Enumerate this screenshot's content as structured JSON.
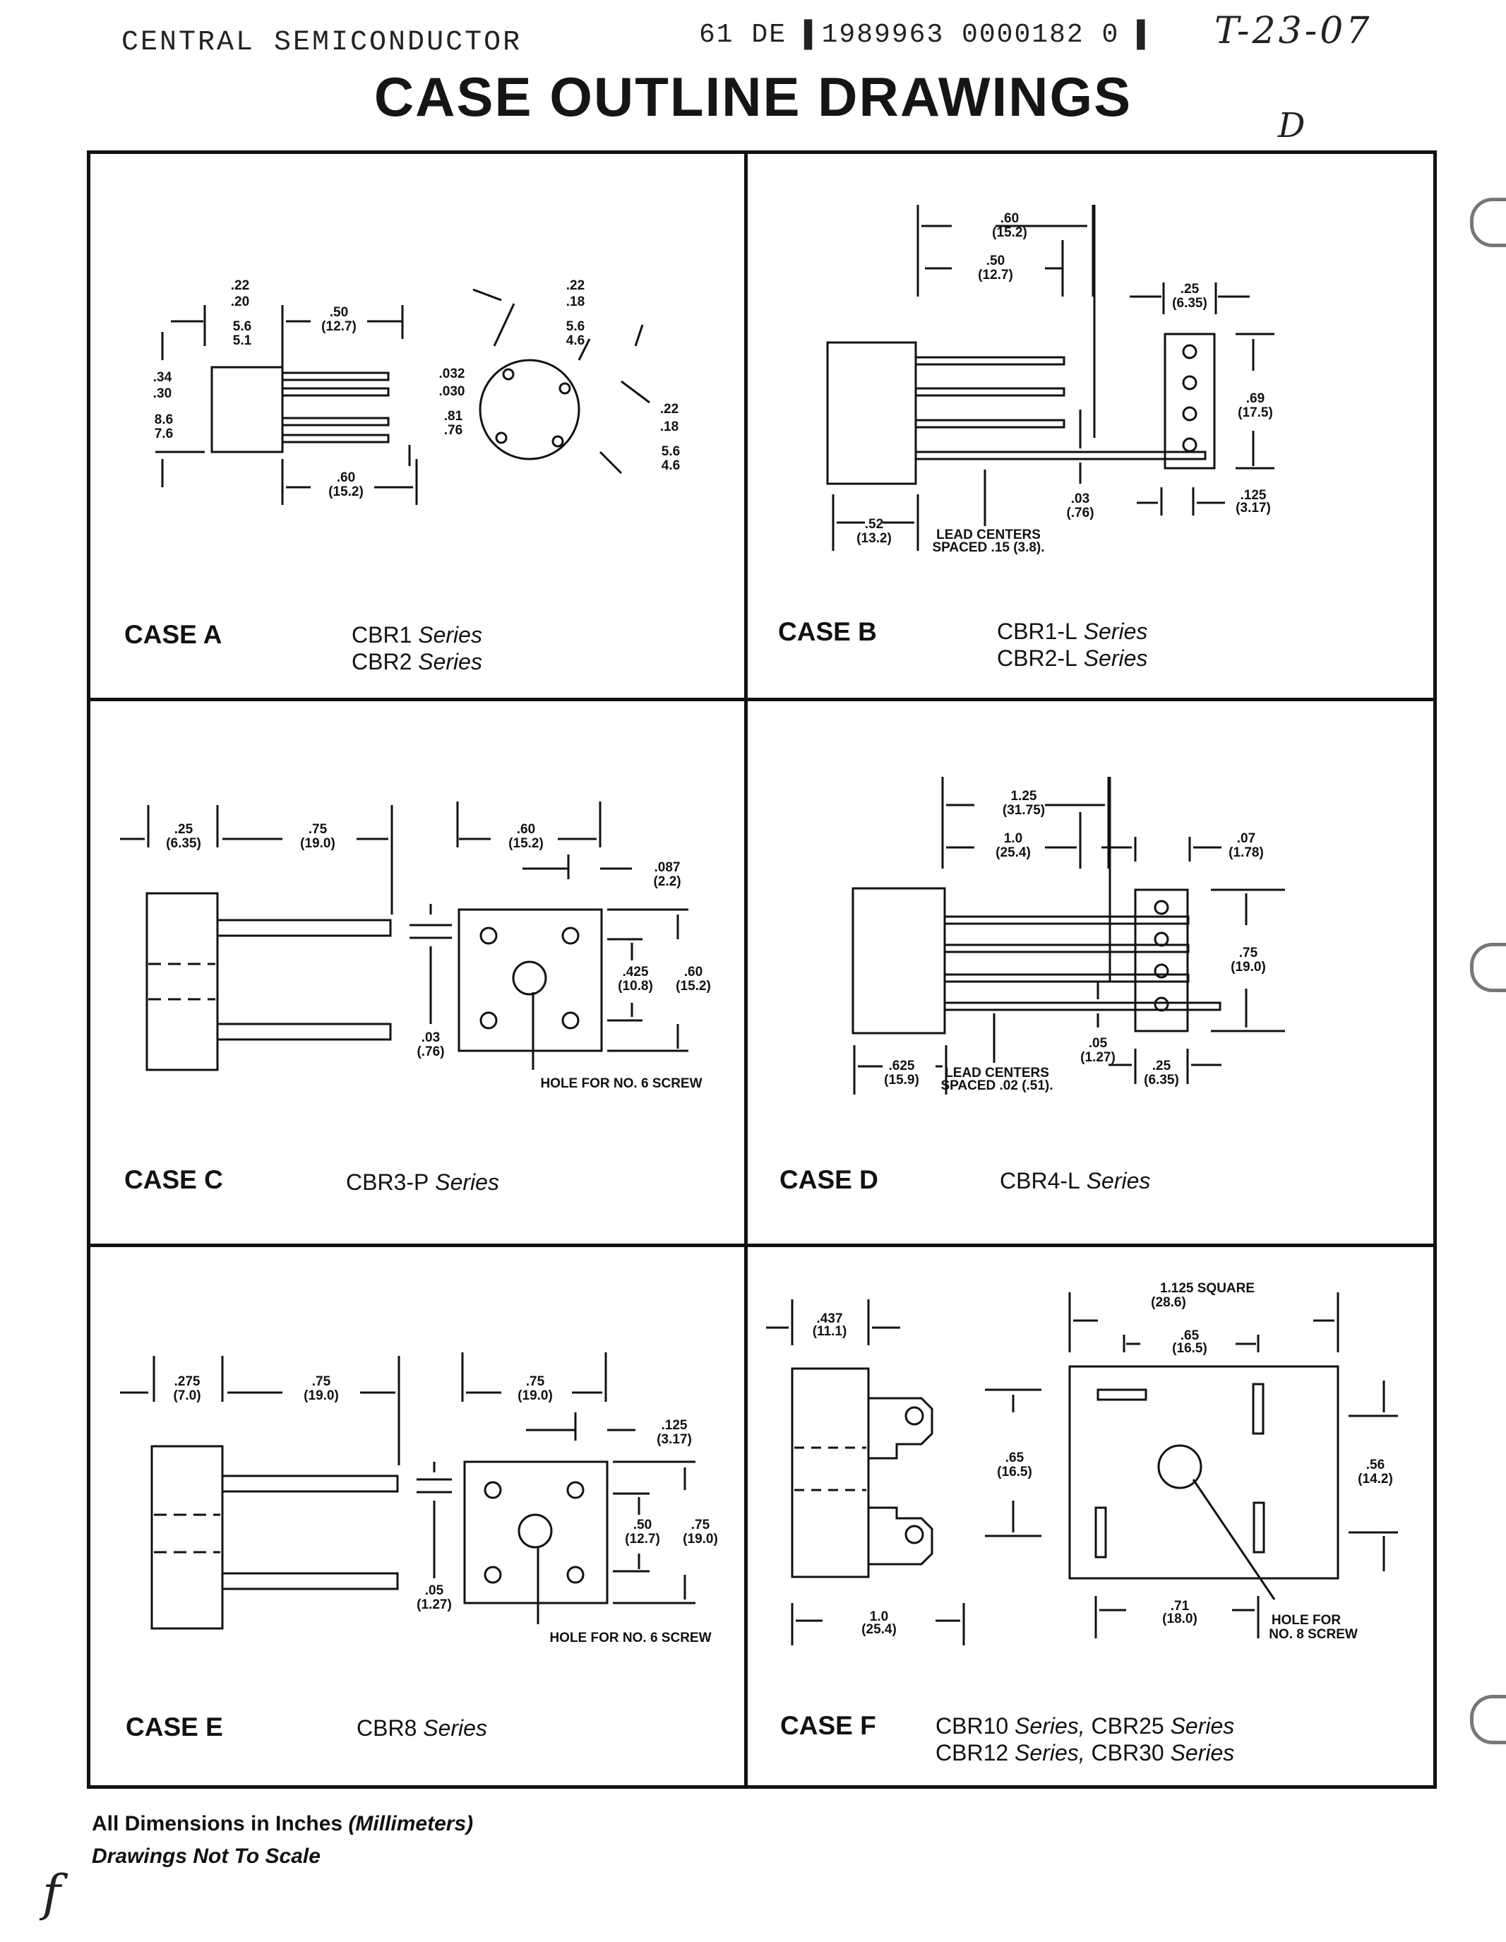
{
  "header": {
    "company": "CENTRAL SEMICONDUCTOR",
    "code": "61  DE ▌1989963 0000182 0 ▌",
    "handwritten": "T-23-07"
  },
  "title": "CASE OUTLINE DRAWINGS",
  "marks": {
    "top_right": "D",
    "bottom_left": "f"
  },
  "cases": {
    "a": {
      "label": "CASE A",
      "series": [
        {
          "part": "CBR1",
          "suffix": " Series"
        },
        {
          "part": "CBR2",
          "suffix": " Series"
        }
      ],
      "dims": {
        "w_in": ".22",
        "w_in2": ".20",
        "w_mm": "5.6",
        "w_mm2": "5.1",
        "lead_in": ".50",
        "lead_mm": "(12.7)",
        "h_in": ".34",
        "h_in2": ".30",
        "h_mm": "8.6",
        "h_mm2": "7.6",
        "lt_in": ".032",
        "lt_in2": ".030",
        "lt_mm": ".81",
        "lt_mm2": ".76",
        "ov_in": ".60",
        "ov_mm": "(15.2)",
        "d1_in": ".22",
        "d1_in2": ".18",
        "d1_mm": "5.6",
        "d1_mm2": "4.6",
        "d2_in": ".22",
        "d2_in2": ".18",
        "d2_mm": "5.6",
        "d2_mm2": "4.6"
      }
    },
    "b": {
      "label": "CASE B",
      "series": [
        {
          "part": "CBR1-L",
          "suffix": " Series"
        },
        {
          "part": "CBR2-L",
          "suffix": " Series"
        }
      ],
      "dims": {
        "ov_in": ".60",
        "ov_mm": "(15.2)",
        "lead_in": ".50",
        "lead_mm": "(12.7)",
        "w_in": ".25",
        "w_mm": "(6.35)",
        "h_in": ".69",
        "h_mm": "(17.5)",
        "t_in": ".03",
        "t_mm": "(.76)",
        "bw_in": ".52",
        "bw_mm": "(13.2)",
        "ls_in": ".125",
        "ls_mm": "(3.17)",
        "note1": "LEAD CENTERS",
        "note2": "SPACED .15 (3.8)."
      }
    },
    "c": {
      "label": "CASE C",
      "series": [
        {
          "part": "CBR3-P",
          "suffix": " Series"
        }
      ],
      "dims": {
        "bw_in": ".25",
        "bw_mm": "(6.35)",
        "lead_in": ".75",
        "lead_mm": "(19.0)",
        "sq_in": ".60",
        "sq_mm": "(15.2)",
        "off_in": ".087",
        "off_mm": "(2.2)",
        "hs_in": ".425",
        "hs_mm": "(10.8)",
        "sq2_in": ".60",
        "sq2_mm": "(15.2)",
        "t_in": ".03",
        "t_mm": "(.76)",
        "note": "HOLE FOR NO. 6 SCREW"
      }
    },
    "d": {
      "label": "CASE D",
      "series": [
        {
          "part": "CBR4-L",
          "suffix": " Series"
        }
      ],
      "dims": {
        "ov_in": "1.25",
        "ov_mm": "(31.75)",
        "lead_in": "1.0",
        "lead_mm": "(25.4)",
        "w_in": ".07",
        "w_mm": "(1.78)",
        "h_in": ".75",
        "h_mm": "(19.0)",
        "t_in": ".05",
        "t_mm": "(1.27)",
        "bw_in": ".625",
        "bw_mm": "(15.9)",
        "ls_in": ".25",
        "ls_mm": "(6.35)",
        "note1": "LEAD CENTERS",
        "note2": "SPACED .02 (.51)."
      }
    },
    "e": {
      "label": "CASE E",
      "series": [
        {
          "part": "CBR8",
          "suffix": " Series"
        }
      ],
      "dims": {
        "bw_in": ".275",
        "bw_mm": "(7.0)",
        "lead_in": ".75",
        "lead_mm": "(19.0)",
        "sq_in": ".75",
        "sq_mm": "(19.0)",
        "off_in": ".125",
        "off_mm": "(3.17)",
        "hs_in": ".50",
        "hs_mm": "(12.7)",
        "sq2_in": ".75",
        "sq2_mm": "(19.0)",
        "t_in": ".05",
        "t_mm": "(1.27)",
        "note": "HOLE FOR NO. 6 SCREW"
      }
    },
    "f": {
      "label": "CASE F",
      "series": [
        {
          "part": "CBR10",
          "suffix": " Series,",
          "part2": " CBR25",
          "suffix2": " Series"
        },
        {
          "part": "CBR12",
          "suffix": " Series,",
          "part2": " CBR30",
          "suffix2": " Series"
        }
      ],
      "dims": {
        "bw_in": ".437",
        "bw_mm": "(11.1)",
        "sq_label": "1.125 SQUARE",
        "sq_mm": "(28.6)",
        "in_in": ".65",
        "in_mm": "(16.5)",
        "ts_in": ".65",
        "ts_mm": "(16.5)",
        "r_in": ".56",
        "r_mm": "(14.2)",
        "l_in": "1.0",
        "l_mm": "(25.4)",
        "b_in": ".71",
        "b_mm": "(18.0)",
        "note1": "HOLE FOR",
        "note2": "NO. 8 SCREW"
      }
    }
  },
  "footer": {
    "line1_a": "All Dimensions in Inches ",
    "line1_b": "(Millimeters)",
    "line2": "Drawings Not To Scale"
  }
}
